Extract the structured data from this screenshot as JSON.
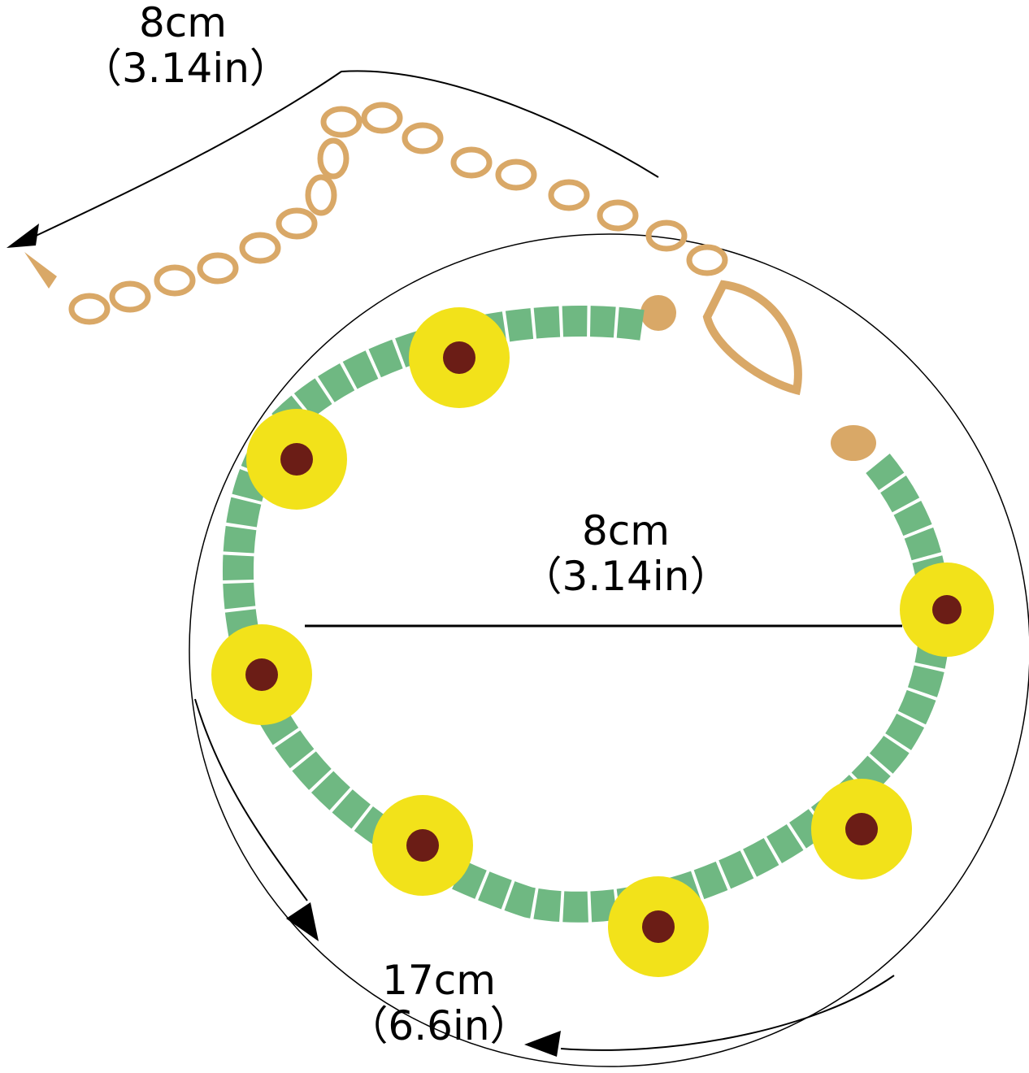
{
  "image": {
    "subject": "Beaded sunflower bracelet with gold extension chain and lobster clasp",
    "colors": {
      "green_bead": "#6fb882",
      "yellow_petal": "#f2e21a",
      "brown_center": "#6b1d16",
      "gold_chain": "#d9a867",
      "line": "#000000"
    }
  },
  "measurements": {
    "extension_chain": {
      "cm": "8cm",
      "inch": "（3.14in）"
    },
    "diameter": {
      "cm": "8cm",
      "inch": "（3.14in）"
    },
    "circumference": {
      "cm": "17cm",
      "inch": "（6.6in）"
    }
  }
}
